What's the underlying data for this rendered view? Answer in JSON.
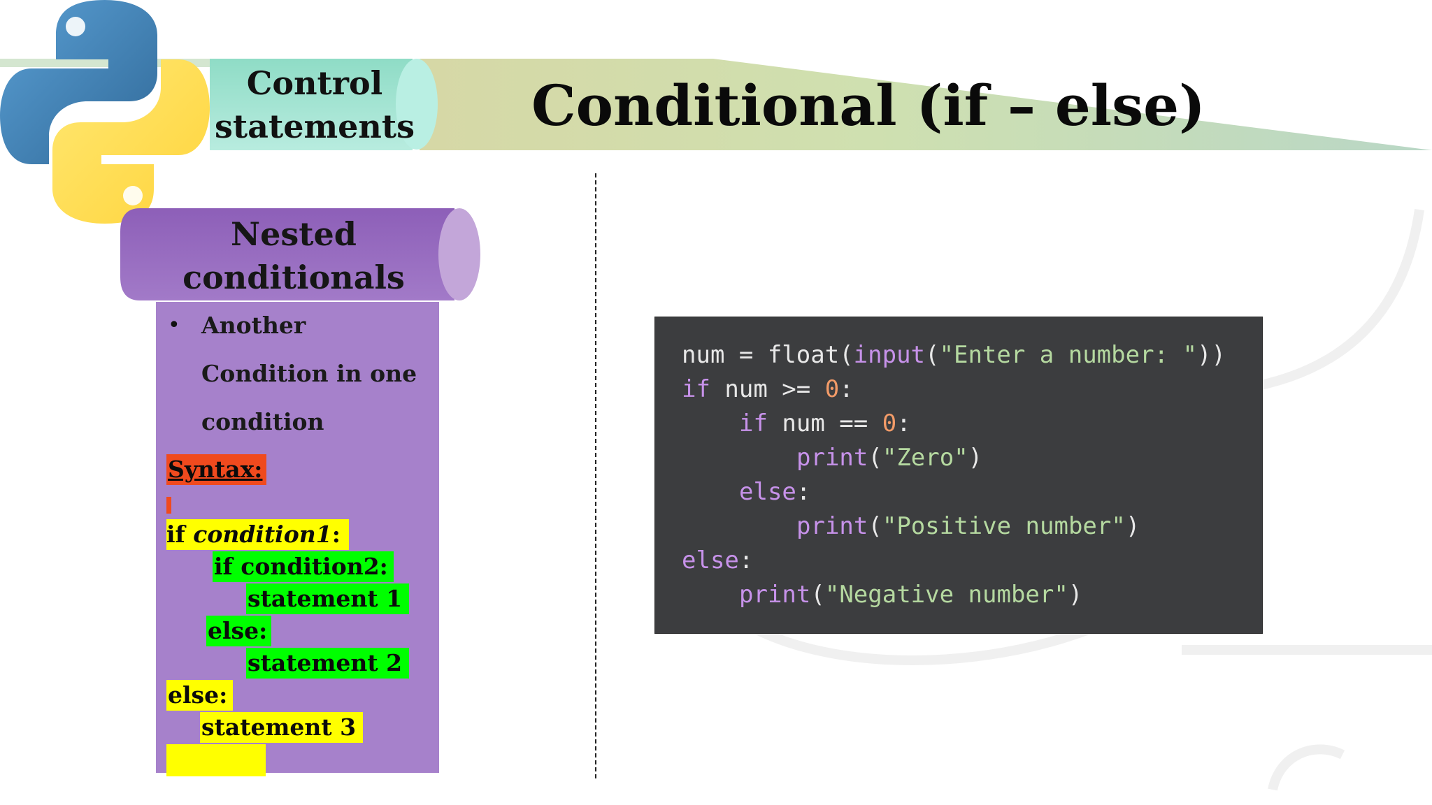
{
  "slide": {
    "title": "Conditional (if – else)",
    "section_label_line1": "Control",
    "section_label_line2": "statements"
  },
  "scroll": {
    "heading_line1": "Nested",
    "heading_line2": "conditionals",
    "bullet_symbol": "•",
    "bullet_lines": [
      "Another",
      "Condition in one",
      "condition"
    ]
  },
  "syntax": {
    "label": "Syntax:",
    "line1_kw": "if ",
    "line1_cond": "condition1",
    "line1_colon": ":",
    "line2": "if condition2:",
    "line3": "statement 1",
    "line4": "else:",
    "line5": "statement 2",
    "line6": "else:",
    "line7": "statement 3"
  },
  "code": {
    "l1": {
      "a": "num = ",
      "b": "float",
      "c": "(",
      "d": "input",
      "e": "(",
      "f": "\"Enter a number: \"",
      "g": "))"
    },
    "l2": {
      "a": "if",
      "b": " num >= ",
      "c": "0",
      "d": ":"
    },
    "l3": {
      "a": "if",
      "b": " num == ",
      "c": "0",
      "d": ":"
    },
    "l4": {
      "a": "print",
      "b": "(",
      "c": "\"Zero\"",
      "d": ")"
    },
    "l5": {
      "a": "else",
      "b": ":"
    },
    "l6": {
      "a": "print",
      "b": "(",
      "c": "\"Positive number\"",
      "d": ")"
    },
    "l7": {
      "a": "else",
      "b": ":"
    },
    "l8": {
      "a": "print",
      "b": "(",
      "c": "\"Negative number\"",
      "d": ")"
    }
  },
  "colors": {
    "purple_panel": "#a681cb",
    "scroll_purple": "#9a69bf",
    "teal_scroll": "#a8e6d4",
    "code_bg": "#3c3d3f",
    "highlight_yellow": "#ffff00",
    "highlight_green": "#00ff00",
    "highlight_red": "#f04a1e"
  }
}
